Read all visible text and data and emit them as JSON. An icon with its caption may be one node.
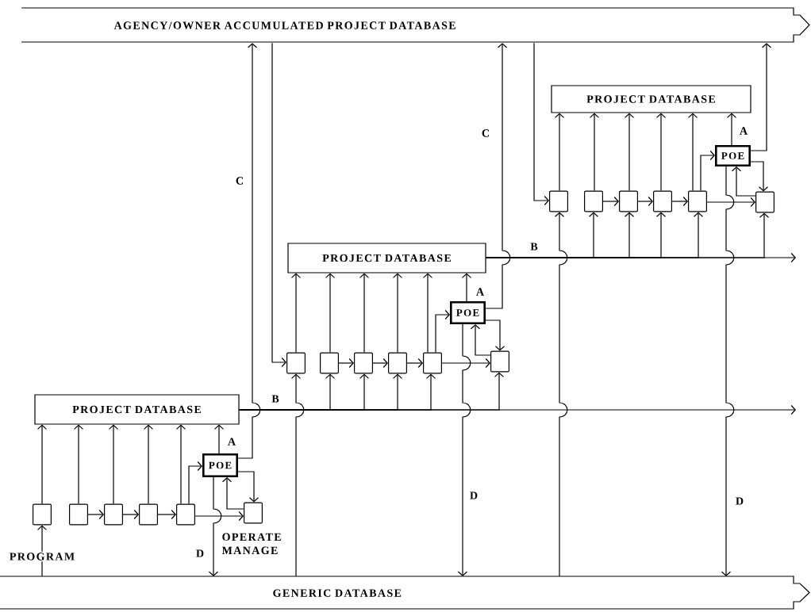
{
  "diagram": {
    "nodes": [
      {
        "text": [
          "AGENCY/OWNER ACCUMULATED PROJECT DATABASE"
        ]
      },
      {
        "text": [
          "GENERIC DATABASE"
        ]
      },
      {
        "text": [
          "PROJECT DATABASE"
        ]
      },
      {
        "text": [
          "POE"
        ]
      },
      {
        "text": [],
        "shape": "box"
      },
      {
        "text": [],
        "shape": "box"
      },
      {
        "text": [],
        "shape": "box"
      },
      {
        "text": [],
        "shape": "box"
      },
      {
        "text": [],
        "shape": "box"
      },
      {
        "text": [],
        "shape": "box",
        "beside": [
          "OPERATE MANAGE"
        ]
      },
      {
        "text": [
          "PROJECT DATABASE"
        ]
      },
      {
        "text": [
          "POE"
        ]
      },
      {
        "text": [],
        "shape": "box"
      },
      {
        "text": [],
        "shape": "box"
      },
      {
        "text": [],
        "shape": "box"
      },
      {
        "text": [],
        "shape": "box"
      },
      {
        "text": [],
        "shape": "box"
      },
      {
        "text": [],
        "shape": "box"
      },
      {
        "text": [
          "PROJECT DATABASE"
        ]
      },
      {
        "text": [
          "POE"
        ]
      },
      {
        "text": [],
        "shape": "box"
      },
      {
        "text": [],
        "shape": "box"
      },
      {
        "text": [],
        "shape": "box"
      },
      {
        "text": [],
        "shape": "box"
      },
      {
        "text": [],
        "shape": "box"
      },
      {
        "text": [],
        "shape": "box"
      }
    ],
    "edges": [
      {
        "from": 4,
        "to": 2,
        "arrow": "to"
      },
      {
        "from": 5,
        "to": 2,
        "arrow": "to"
      },
      {
        "from": 6,
        "to": 2,
        "arrow": "to"
      },
      {
        "from": 7,
        "to": 2,
        "arrow": "to"
      },
      {
        "from": 8,
        "to": 2,
        "arrow": "to"
      },
      {
        "from": 3,
        "to": 2,
        "arrow": "to",
        "label": "A"
      },
      {
        "from": 5,
        "to": 6,
        "arrow": "to"
      },
      {
        "from": 6,
        "to": 7,
        "arrow": "to"
      },
      {
        "from": 7,
        "to": 8,
        "arrow": "to"
      },
      {
        "from": 8,
        "to": 9,
        "arrow": "to"
      },
      {
        "from": 8,
        "to": 3,
        "arrow": "to"
      },
      {
        "from": 3,
        "to": 9,
        "arrow": "to"
      },
      {
        "from": 9,
        "to": 3,
        "arrow": "to"
      },
      {
        "from": 3,
        "to": 0,
        "arrow": "to",
        "label": "C"
      },
      {
        "from": 3,
        "to": 1,
        "arrow": "to",
        "label": "D"
      },
      {
        "from": 12,
        "to": 10,
        "arrow": "to"
      },
      {
        "from": 13,
        "to": 10,
        "arrow": "to"
      },
      {
        "from": 14,
        "to": 10,
        "arrow": "to"
      },
      {
        "from": 15,
        "to": 10,
        "arrow": "to"
      },
      {
        "from": 16,
        "to": 10,
        "arrow": "to"
      },
      {
        "from": 11,
        "to": 10,
        "arrow": "to",
        "label": "A"
      },
      {
        "from": 13,
        "to": 14,
        "arrow": "to"
      },
      {
        "from": 14,
        "to": 15,
        "arrow": "to"
      },
      {
        "from": 15,
        "to": 16,
        "arrow": "to"
      },
      {
        "from": 16,
        "to": 17,
        "arrow": "to"
      },
      {
        "from": 16,
        "to": 11,
        "arrow": "to"
      },
      {
        "from": 11,
        "to": 17,
        "arrow": "to"
      },
      {
        "from": 17,
        "to": 11,
        "arrow": "to"
      },
      {
        "from": 11,
        "to": 0,
        "arrow": "to",
        "label": "C"
      },
      {
        "from": 11,
        "to": 1,
        "arrow": "to",
        "label": "D"
      },
      {
        "from": 20,
        "to": 18,
        "arrow": "to"
      },
      {
        "from": 21,
        "to": 18,
        "arrow": "to"
      },
      {
        "from": 22,
        "to": 18,
        "arrow": "to"
      },
      {
        "from": 23,
        "to": 18,
        "arrow": "to"
      },
      {
        "from": 24,
        "to": 18,
        "arrow": "to"
      },
      {
        "from": 19,
        "to": 18,
        "arrow": "to",
        "label": "A"
      },
      {
        "from": 21,
        "to": 22,
        "arrow": "to"
      },
      {
        "from": 22,
        "to": 23,
        "arrow": "to"
      },
      {
        "from": 23,
        "to": 24,
        "arrow": "to"
      },
      {
        "from": 24,
        "to": 25,
        "arrow": "to"
      },
      {
        "from": 24,
        "to": 19,
        "arrow": "to"
      },
      {
        "from": 19,
        "to": 25,
        "arrow": "to"
      },
      {
        "from": 25,
        "to": 19,
        "arrow": "to"
      },
      {
        "from": 19,
        "to": 0,
        "arrow": "to"
      },
      {
        "from": 19,
        "to": 1,
        "arrow": "to",
        "label": "D"
      },
      {
        "from": 1,
        "to": 4,
        "arrow": "to",
        "label": "PROGRAM"
      },
      {
        "from": 0,
        "to": 12,
        "arrow": "to"
      },
      {
        "from": 1,
        "to": 12,
        "arrow": "to"
      },
      {
        "from": 2,
        "to": 13,
        "arrow": "to"
      },
      {
        "from": 2,
        "to": 14,
        "arrow": "to"
      },
      {
        "from": 2,
        "to": 15,
        "arrow": "to"
      },
      {
        "from": 2,
        "to": 16,
        "arrow": "to"
      },
      {
        "from": 2,
        "to": 17,
        "arrow": "to"
      },
      {
        "from": 0,
        "to": 20,
        "arrow": "to"
      },
      {
        "from": 1,
        "to": 20,
        "arrow": "to"
      },
      {
        "from": 10,
        "to": 21,
        "arrow": "to"
      },
      {
        "from": 10,
        "to": 22,
        "arrow": "to"
      },
      {
        "from": 10,
        "to": 23,
        "arrow": "to"
      },
      {
        "from": 10,
        "to": 24,
        "arrow": "to"
      },
      {
        "from": 10,
        "to": 25,
        "arrow": "to"
      },
      {
        "from": 2,
        "to": null,
        "arrow": "to",
        "label": "B"
      },
      {
        "from": 10,
        "to": null,
        "arrow": "to",
        "label": "B"
      }
    ]
  }
}
